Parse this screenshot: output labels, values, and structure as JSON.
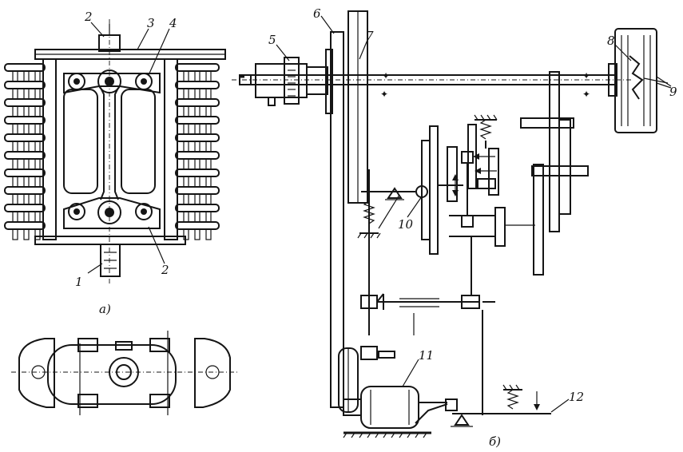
{
  "figure": {
    "left_panel_caption": "а)",
    "right_panel_caption": "б)",
    "callouts_left": [
      "1",
      "2",
      "3",
      "4",
      "2"
    ],
    "callouts_right": [
      "5",
      "6",
      "7",
      "8",
      "9",
      "10",
      "11",
      "12"
    ]
  },
  "colors": {
    "ink": "#151515",
    "paper": "#ffffff"
  }
}
